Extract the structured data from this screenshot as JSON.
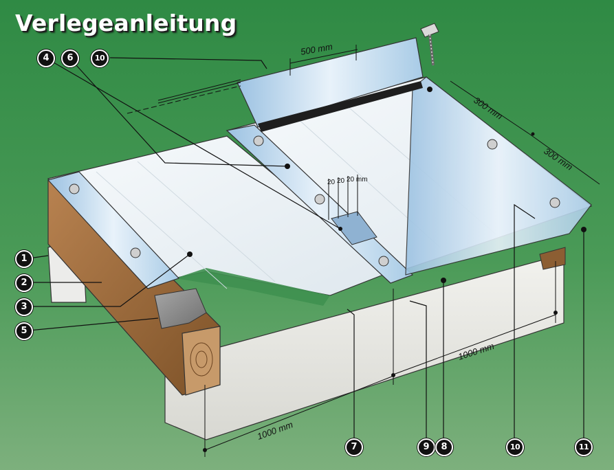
{
  "title": "Verlegeanleitung",
  "dimensions": {
    "profile_spacing": "500 mm",
    "edge_a": "300 mm",
    "edge_b": "300 mm",
    "gaps": [
      "20",
      "20",
      "20 mm"
    ],
    "width": "1000 mm",
    "depth": "1000 mm"
  },
  "callouts": {
    "n1": "1",
    "n2": "2",
    "n3": "3",
    "n4": "4",
    "n5": "5",
    "n6": "6",
    "n7": "7",
    "n8": "8",
    "n9": "9",
    "n10a": "10",
    "n10b": "10",
    "n11": "11"
  },
  "colors": {
    "background_top": "#2f8a44",
    "background_bottom": "#7db07d",
    "wood": "#9b6a3c",
    "panel": "#eef3f7",
    "profile": "#b9d4ea"
  }
}
